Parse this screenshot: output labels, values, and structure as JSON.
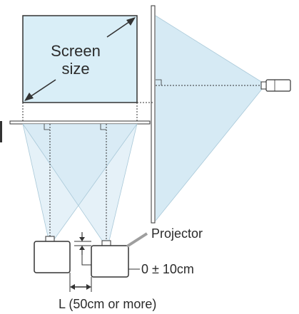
{
  "labels": {
    "screen_line1": "Screen",
    "screen_line2": "size",
    "projector": "Projector",
    "offset": "0 ± 10cm",
    "distance": "L (50cm or more)"
  },
  "colors": {
    "screen_fill": "#d9eef7",
    "beam_fill": "#cfe6f2",
    "outline": "#333333",
    "projector_body": "#ffffff",
    "leader_gray": "#9e9e9e"
  }
}
